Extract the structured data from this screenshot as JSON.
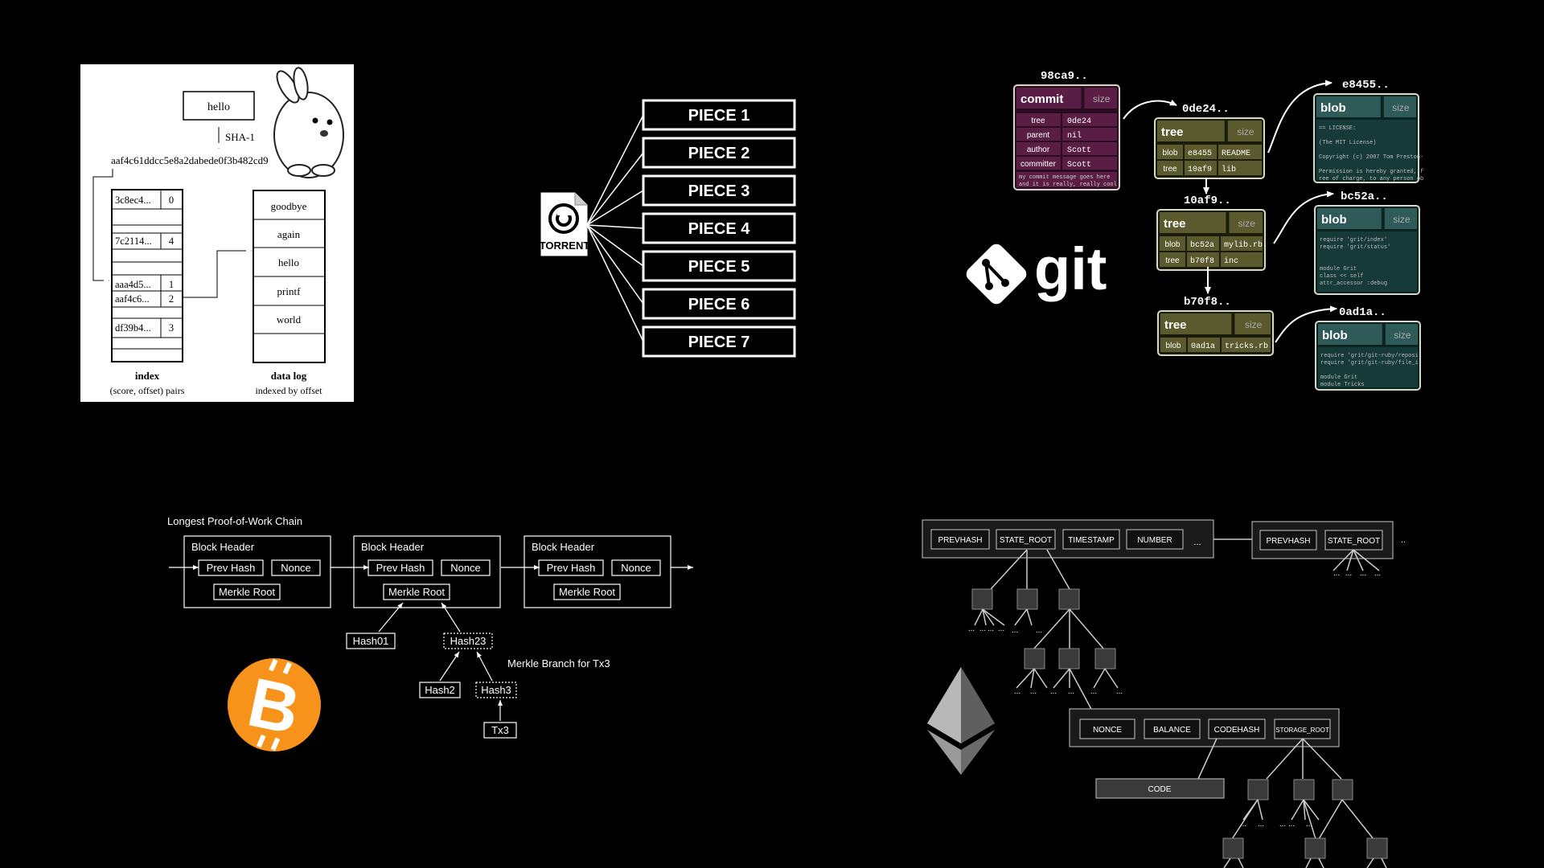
{
  "kv_store": {
    "input_word": "hello",
    "hash_label": "SHA-1",
    "hash_value": "aaf4c61ddcc5e8a2dabede0f3b482cd9",
    "index_rows": [
      {
        "key": "3c8ec4...",
        "offset": "0"
      },
      {
        "key": "7c2114...",
        "offset": "4"
      },
      {
        "key": "aaa4d5...",
        "offset": "1"
      },
      {
        "key": "aaf4c6...",
        "offset": "2"
      },
      {
        "key": "df39b4...",
        "offset": "3"
      }
    ],
    "log_entries": [
      "goodbye",
      "again",
      "hello",
      "printf",
      "world"
    ],
    "index_title": "index",
    "index_subtitle": "(score, offset) pairs",
    "log_title": "data log",
    "log_subtitle": "indexed by offset"
  },
  "torrent": {
    "icon_label": "TORRENT",
    "pieces": [
      "PIECE 1",
      "PIECE 2",
      "PIECE 3",
      "PIECE 4",
      "PIECE 5",
      "PIECE 6",
      "PIECE 7"
    ]
  },
  "git": {
    "logo_text": "git",
    "commit": {
      "hash": "98ca9..",
      "type": "commit",
      "size": "size",
      "rows": [
        [
          "tree",
          "0de24"
        ],
        [
          "parent",
          "nil"
        ],
        [
          "author",
          "Scott"
        ],
        [
          "committer",
          "Scott"
        ]
      ],
      "message_1": "my commit message goes here",
      "message_2": "and it is really, really cool"
    },
    "trees": [
      {
        "hash": "0de24..",
        "type": "tree",
        "size": "size",
        "rows": [
          [
            "blob",
            "e8455",
            "README"
          ],
          [
            "tree",
            "10af9",
            "lib"
          ]
        ]
      },
      {
        "hash": "10af9..",
        "type": "tree",
        "size": "size",
        "rows": [
          [
            "blob",
            "bc52a",
            "mylib.rb"
          ],
          [
            "tree",
            "b70f8",
            "inc"
          ]
        ]
      },
      {
        "hash": "b70f8..",
        "type": "tree",
        "size": "size",
        "rows": [
          [
            "blob",
            "0ad1a",
            "tricks.rb"
          ]
        ]
      }
    ],
    "blobs": [
      {
        "hash": "e8455..",
        "type": "blob",
        "size": "size",
        "lines": [
          "== LICENSE:",
          "",
          "(The MIT License)",
          "",
          "Copyright (c) 2007 Tom Preston-",
          "",
          "Permission is hereby granted, f",
          "ree of charge, to any person ob"
        ]
      },
      {
        "hash": "bc52a..",
        "type": "blob",
        "size": "size",
        "lines": [
          "require 'grit/index'",
          "require 'grit/status'",
          "",
          "",
          "module Grit",
          "  class << self",
          "    attr_accessor :debug"
        ]
      },
      {
        "hash": "0ad1a..",
        "type": "blob",
        "size": "size",
        "lines": [
          "require 'grit/git-ruby/reposi",
          "require 'grit/git-ruby/file_i",
          "",
          "module Grit",
          "  module Tricks"
        ]
      }
    ],
    "colors": {
      "commit": "#5a1e44",
      "tree": "#5a5a2e",
      "blob": "#2e5a58",
      "border": "#d8d8c8"
    }
  },
  "bitcoin": {
    "chain_title": "Longest Proof-of-Work Chain",
    "block_header": "Block Header",
    "prev_hash": "Prev Hash",
    "nonce": "Nonce",
    "merkle_root": "Merkle Root",
    "hash01": "Hash01",
    "hash23": "Hash23",
    "hash2": "Hash2",
    "hash3": "Hash3",
    "tx3": "Tx3",
    "branch_label": "Merkle Branch for Tx3",
    "logo_color": "#f7931a"
  },
  "ethereum": {
    "header_fields": [
      "PREVHASH",
      "STATE_ROOT",
      "TIMESTAMP",
      "NUMBER"
    ],
    "header_fields_2": [
      "PREVHASH",
      "STATE_ROOT"
    ],
    "ellipsis": "...",
    "ellipsis_short": "..",
    "account_fields": [
      "NONCE",
      "BALANCE",
      "CODEHASH",
      "STORAGE_ROOT"
    ],
    "code_label": "CODE"
  }
}
